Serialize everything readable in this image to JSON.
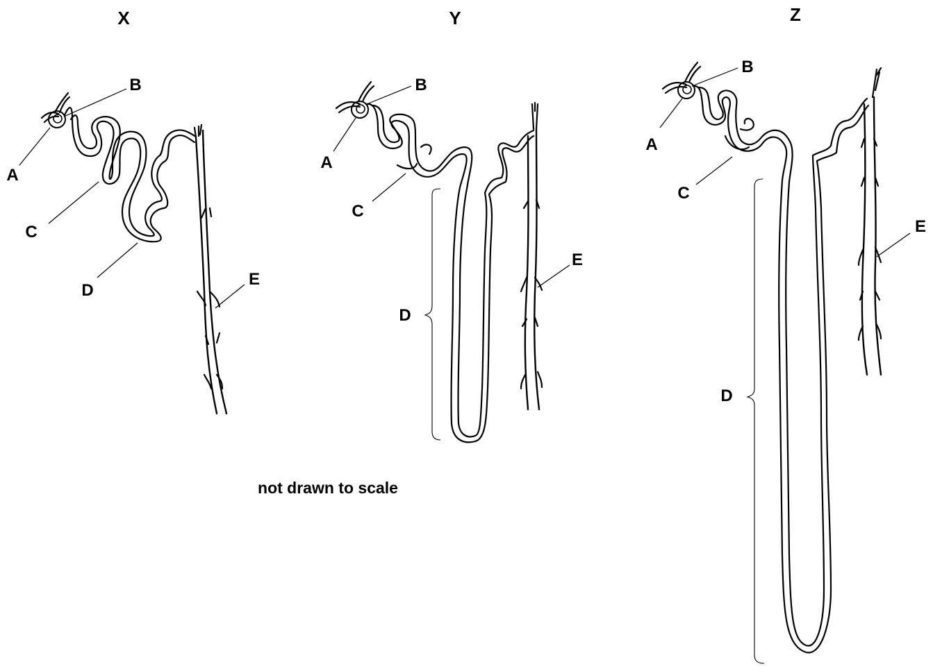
{
  "diagram": {
    "caption": "not drawn to scale",
    "nephrons": [
      {
        "title": "X",
        "labels": {
          "A": "A",
          "B": "B",
          "C": "C",
          "D": "D",
          "E": "E"
        }
      },
      {
        "title": "Y",
        "labels": {
          "A": "A",
          "B": "B",
          "C": "C",
          "D": "D",
          "E": "E"
        }
      },
      {
        "title": "Z",
        "labels": {
          "A": "A",
          "B": "B",
          "C": "C",
          "D": "D",
          "E": "E"
        }
      }
    ]
  }
}
